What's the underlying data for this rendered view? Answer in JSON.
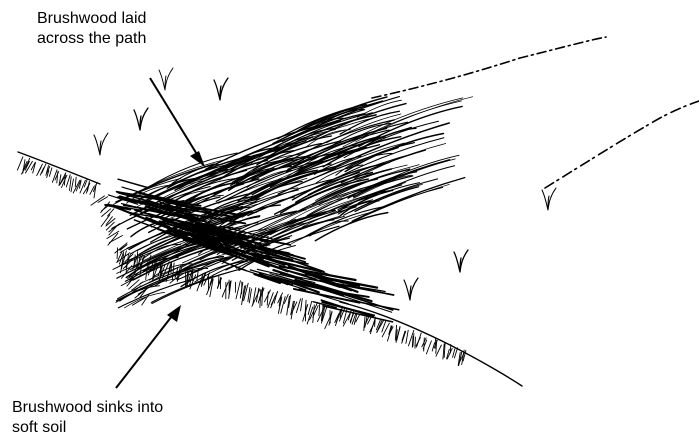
{
  "labels": {
    "top": {
      "line1": "Brushwood laid",
      "line2": "across the path"
    },
    "bottom": {
      "line1": "Brushwood sinks into",
      "line2": "soft soil"
    }
  },
  "colors": {
    "ink": "#000000",
    "background": "#ffffff"
  }
}
